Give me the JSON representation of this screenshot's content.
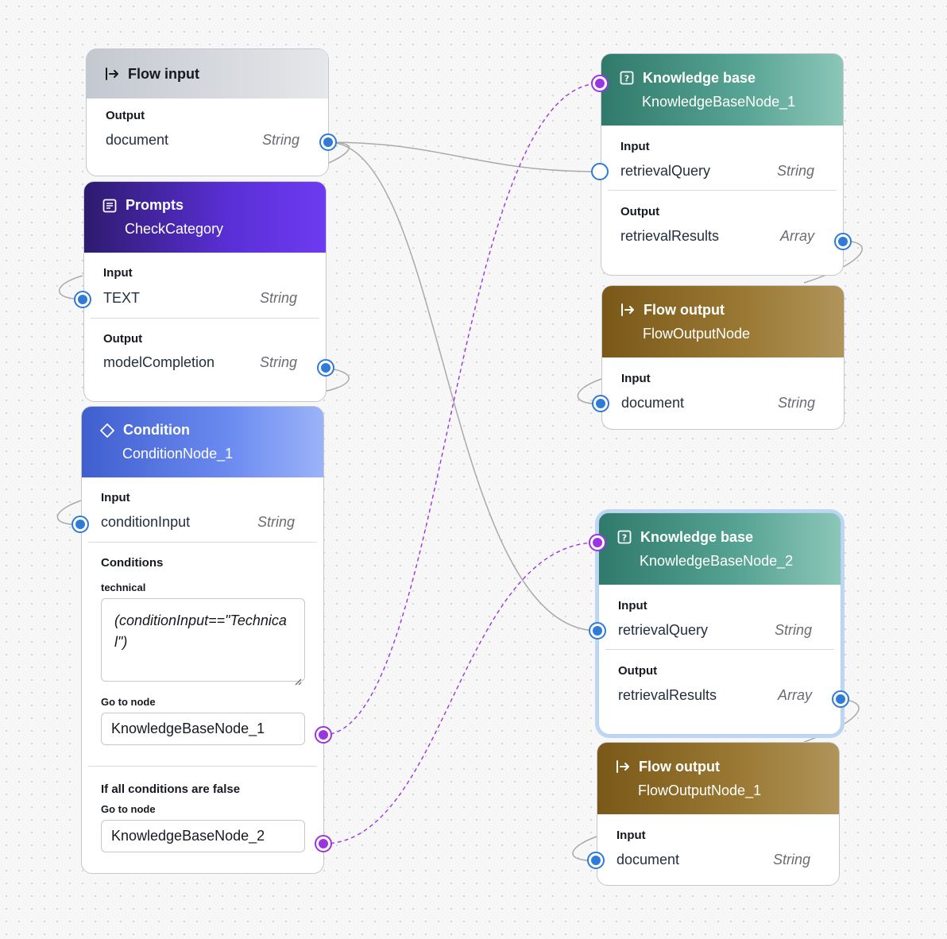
{
  "colors": {
    "port_blue": "#2f7bd6",
    "port_purple": "#9b35e0",
    "edge_gray": "#aaaaaa",
    "edge_purple": "#9b35e0"
  },
  "nodes": {
    "flow_input": {
      "title": "Flow input",
      "icon": "flow-input-icon",
      "output_label": "Output",
      "output_name": "document",
      "output_type": "String"
    },
    "prompts": {
      "title": "Prompts",
      "icon": "prompt-document-icon",
      "subtitle": "CheckCategory",
      "input_label": "Input",
      "input_name": "TEXT",
      "input_type": "String",
      "output_label": "Output",
      "output_name": "modelCompletion",
      "output_type": "String"
    },
    "condition": {
      "title": "Condition",
      "icon": "diamond-icon",
      "subtitle": "ConditionNode_1",
      "input_label": "Input",
      "input_name": "conditionInput",
      "input_type": "String",
      "conditions_label": "Conditions",
      "condition_name": "technical",
      "condition_expr_line1": "(conditionInput==\"Technica",
      "condition_expr_line2": "l\")",
      "goto_label": "Go to node",
      "goto_value": "KnowledgeBaseNode_1",
      "else_label": "If all conditions are false",
      "else_goto_label": "Go to node",
      "else_goto_value": "KnowledgeBaseNode_2"
    },
    "kb1": {
      "title": "Knowledge base",
      "icon": "knowledge-base-icon",
      "subtitle": "KnowledgeBaseNode_1",
      "input_label": "Input",
      "input_name": "retrievalQuery",
      "input_type": "String",
      "output_label": "Output",
      "output_name": "retrievalResults",
      "output_type": "Array"
    },
    "out1": {
      "title": "Flow output",
      "icon": "flow-output-icon",
      "subtitle": "FlowOutputNode",
      "input_label": "Input",
      "input_name": "document",
      "input_type": "String"
    },
    "kb2": {
      "title": "Knowledge base",
      "icon": "knowledge-base-icon",
      "subtitle": "KnowledgeBaseNode_2",
      "input_label": "Input",
      "input_name": "retrievalQuery",
      "input_type": "String",
      "output_label": "Output",
      "output_name": "retrievalResults",
      "output_type": "Array"
    },
    "out2": {
      "title": "Flow output",
      "icon": "flow-output-icon",
      "subtitle": "FlowOutputNode_1",
      "input_label": "Input",
      "input_name": "document",
      "input_type": "String"
    }
  }
}
